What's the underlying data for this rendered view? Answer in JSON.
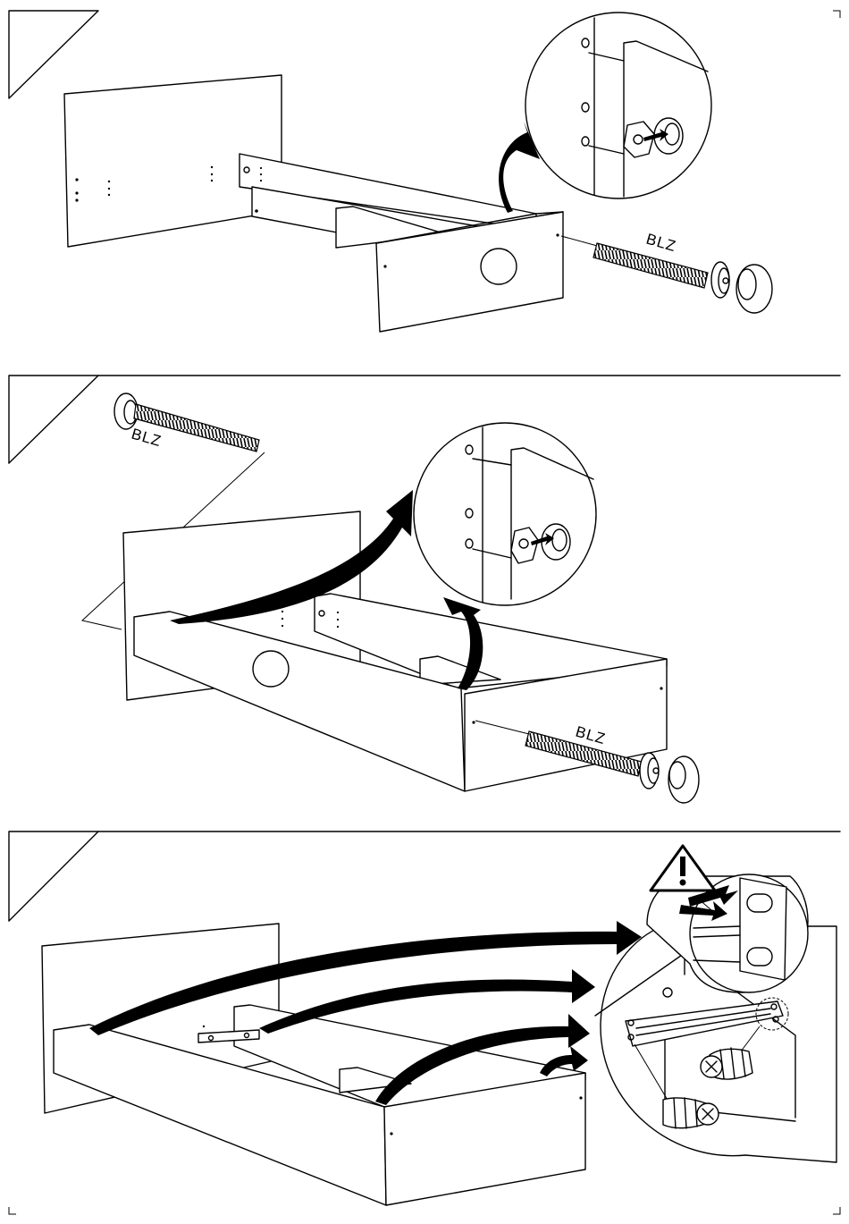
{
  "colors": {
    "ink": "#000000",
    "paper": "#ffffff"
  },
  "steps": [
    {
      "id": "step-1",
      "screw_label": "BLZ"
    },
    {
      "id": "step-2",
      "screw_label_top": "BLZ",
      "screw_label_bottom": "BLZ"
    },
    {
      "id": "step-3",
      "warning_icon": "warning-triangle-icon"
    }
  ]
}
